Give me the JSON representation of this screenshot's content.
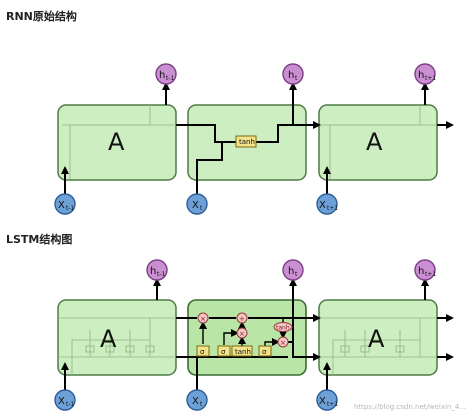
{
  "titles": {
    "rnn": "RNN原始结构",
    "lstm": "LSTM结构图"
  },
  "cell_label": "A",
  "nodes": {
    "x_prev": {
      "base": "X",
      "sub": "t-1"
    },
    "x_curr": {
      "base": "X",
      "sub": "t"
    },
    "x_next": {
      "base": "X",
      "sub": "t+1"
    },
    "h_prev": {
      "base": "h",
      "sub": "t-1"
    },
    "h_curr": {
      "base": "h",
      "sub": "t"
    },
    "h_next": {
      "base": "h",
      "sub": "t+1"
    }
  },
  "rnn_layer": "tanh",
  "lstm_layers": {
    "sigma1": "σ",
    "sigma2": "σ",
    "tanh": "tanh",
    "sigma3": "σ"
  },
  "lstm_ops": {
    "mult": "×",
    "add": "+",
    "tanh": "tanh"
  },
  "watermark": "https://blog.csdn.net/weixin_4..."
}
